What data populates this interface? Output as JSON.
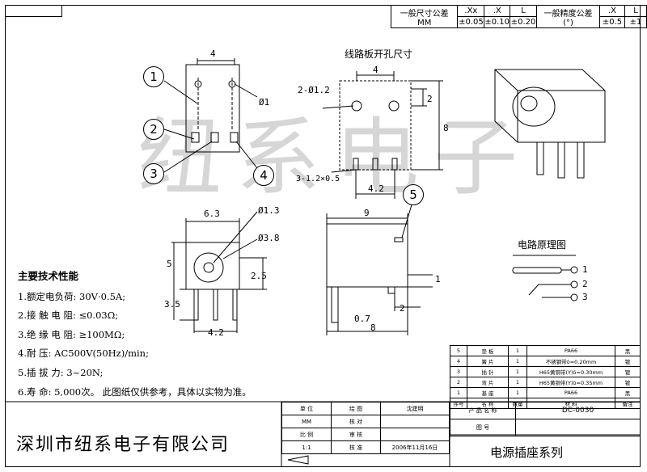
{
  "watermark": "纽系电子",
  "tolerance": {
    "mm_label": "一般尺寸公差MM",
    "mm_headers": [
      ".Xx",
      ".X",
      "L"
    ],
    "mm_values": [
      "±0.05",
      "±0.10",
      "±0.20"
    ],
    "angle_label": "一般精度公差(°)",
    "angle_headers": [
      ".X",
      "L"
    ],
    "angle_values": [
      "±0.5",
      "±1"
    ]
  },
  "drawing": {
    "dim_4_top": "4",
    "phi1": "Ø1",
    "pcb_title": "线路板开孔尺寸",
    "pcb_dim_4": "4",
    "pcb_holes": "2-Ø1.2",
    "pcb_dim_2": "2",
    "pcb_dim_8": "8",
    "pcb_slots": "3-1.2×0.5",
    "pcb_dim_42": "4.2",
    "front_63": "6.3",
    "front_phi13": "Ø1.3",
    "front_phi38": "Ø3.8",
    "front_5": "5",
    "front_25": "2.5",
    "front_35": "3.5",
    "front_42": "4.2",
    "side_9": "9",
    "side_07": "0.7",
    "side_8": "8",
    "side_2": "2",
    "side_1": "1",
    "circuit_title": "电路原理图",
    "circuit_pins": [
      "1",
      "2",
      "3"
    ],
    "callouts": [
      "1",
      "2",
      "3",
      "4",
      "5"
    ]
  },
  "specs": {
    "heading": "主要技术性能",
    "lines": [
      "1.额定电负荷:  30V·0.5A;",
      "2.接 触 电 阻:  ≤0.03Ω;",
      "3.绝 缘 电 阻:  ≥100MΩ;",
      "4.耐      压:  AC500V(50Hz)/min;",
      "5.插  拔   力:  3~20N;",
      "6.寿      命:  5,000次。  此图纸仅供参考，具体以实物为准。"
    ]
  },
  "bom": {
    "rows": [
      [
        "5",
        "垫 板",
        "1",
        "PA66",
        "黑"
      ],
      [
        "4",
        "簧 片",
        "1",
        "不锈钢带δ=0.20mm",
        "镀"
      ],
      [
        "3",
        "插 针",
        "1",
        "H65黄铜带(Y)δ=0.30mm",
        "镀"
      ],
      [
        "2",
        "弯 片",
        "1",
        "H65黄铜带(Y)δ=0.35mm",
        "镀"
      ],
      [
        "1",
        "基 座",
        "1",
        "PA66",
        "黑"
      ]
    ],
    "header": [
      "序号",
      "名 称",
      "数量",
      "材 料",
      "备注"
    ]
  },
  "titleblock": {
    "unit_label": "单 位",
    "unit_value": "MM",
    "scale_label": "比 例",
    "scale_value": "1:1",
    "draw_label": "绘 图",
    "check_label": "核 对",
    "review_label": "审 核",
    "approve_label": "核 准",
    "drafter": "沈建明",
    "date": "2006年11月16日",
    "product_label": "产 品 名 称",
    "product_value": "DC-0030",
    "drawing_no_label": "图    号"
  },
  "company": "深圳市纽系电子有限公司",
  "series": "电源插座系列"
}
